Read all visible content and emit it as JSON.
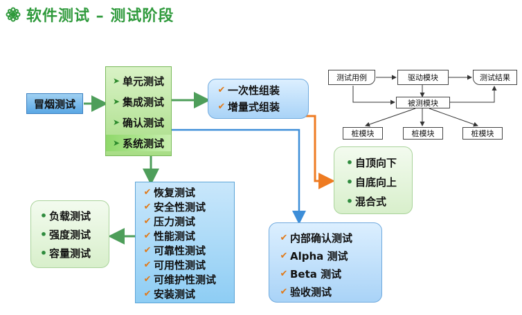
{
  "title": "软件测试 – 测试阶段",
  "smoke": "冒烟测试",
  "phases": [
    "单元测试",
    "集成测试",
    "确认测试",
    "系统测试"
  ],
  "integration": [
    "一次性组装",
    "增量式组装"
  ],
  "incremental": [
    "自顶向下",
    "自底向上",
    "混合式"
  ],
  "system_tests": [
    "恢复测试",
    "安全性测试",
    "压力测试",
    "性能测试",
    "可靠性测试",
    "可用性测试",
    "可维护性测试",
    "安装测试"
  ],
  "performance": [
    "负载测试",
    "强度测试",
    "容量测试"
  ],
  "acceptance": [
    "内部确认测试",
    "Alpha 测试",
    "Beta 测试",
    "验收测试"
  ],
  "module_diagram": {
    "test_case": "测试用例",
    "driver": "驱动模块",
    "result": "测试结果",
    "under_test": "被测模块",
    "stubs": [
      "桩模块",
      "桩模块",
      "桩模块"
    ]
  },
  "colors": {
    "title": "#2f9a3c",
    "green_arrow": "#4e9e5a",
    "orange_arrow": "#ee7b22",
    "blue_arrow": "#3d8ed8"
  }
}
